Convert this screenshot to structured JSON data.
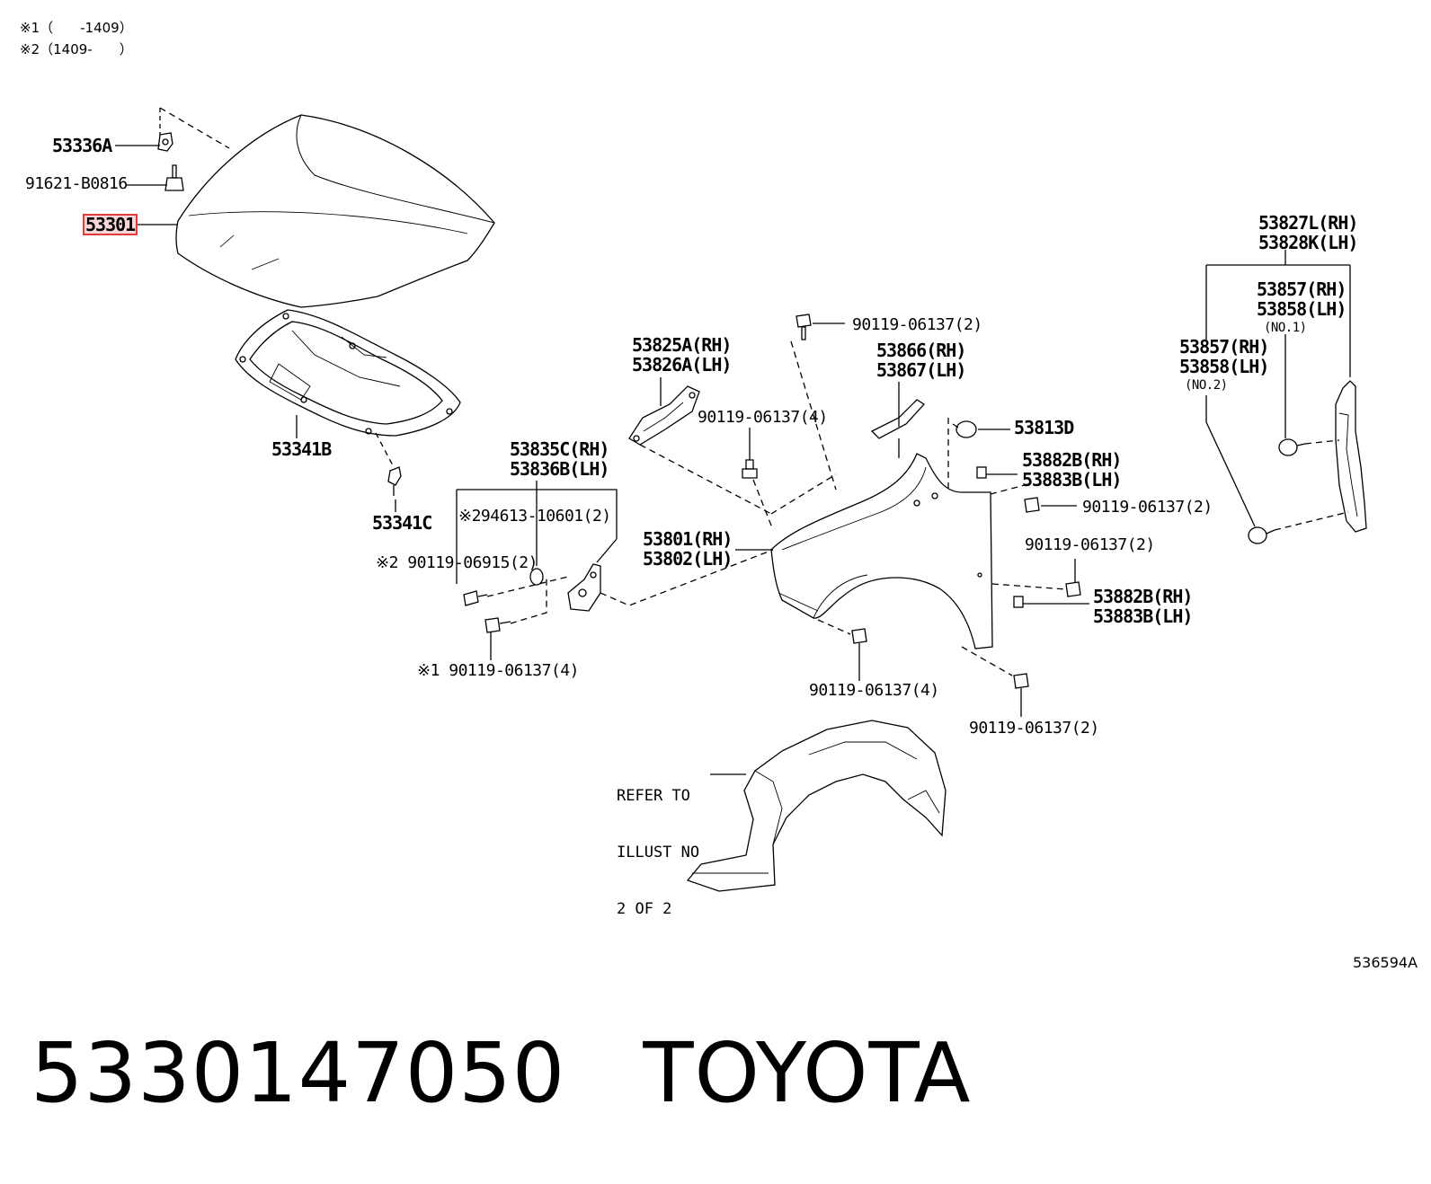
{
  "notes": [
    {
      "id": "n1",
      "text": "※1（　　-1409）"
    },
    {
      "id": "n2",
      "text": "※2（1409-　　）"
    }
  ],
  "labels": {
    "53336A": "53336A",
    "91621_B0816": "91621-B0816",
    "53301": "53301",
    "53341B": "53341B",
    "53341C": "53341C",
    "53825A": "53825A(RH)",
    "53826A": "53826A(LH)",
    "bolt_4a": "90119-06137(4)",
    "53835C": "53835C(RH)",
    "53836B": "53836B(LH)",
    "94613": "※294613-10601(2)",
    "90119_06915": "※2 90119-06915(2)",
    "bolt_4b": "※1 90119-06137(4)",
    "bolt_2a": "90119-06137(2)",
    "53866": "53866(RH)",
    "53867": "53867(LH)",
    "53813D": "53813D",
    "53882B_a": "53882B(RH)",
    "53883B_a": "53883B(LH)",
    "bolt_2b": "90119-06137(2)",
    "53801": "53801(RH)",
    "53802": "53802(LH)",
    "bolt_2c": "90119-06137(2)",
    "53882B_b": "53882B(RH)",
    "53883B_b": "53883B(LH)",
    "bolt_4c": "90119-06137(4)",
    "bolt_2d": "90119-06137(2)",
    "53827L": "53827L(RH)",
    "53828K": "53828K(LH)",
    "53857_a": "53857(RH)",
    "53858_a": "53858(LH)",
    "no1": "(NO.1)",
    "53857_b": "53857(RH)",
    "53858_b": "53858(LH)",
    "no2": "(NO.2)"
  },
  "refer": [
    "REFER TO",
    "ILLUST NO",
    "2 OF 2"
  ],
  "illustration_code": "536594A",
  "footer": {
    "part_number": "5330147050",
    "brand": "TOYOTA"
  },
  "highlight_color": "#e23b3b"
}
